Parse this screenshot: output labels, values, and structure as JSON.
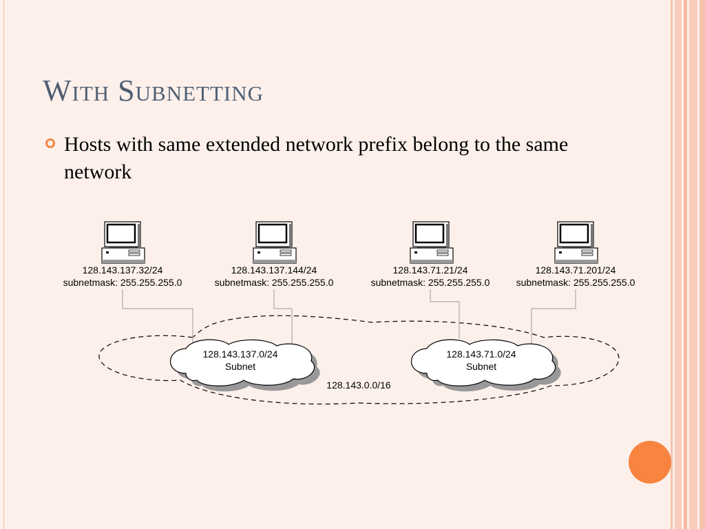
{
  "slide": {
    "title": "With Subnetting",
    "bullet": "Hosts with same extended network prefix belong to the same network"
  },
  "diagram": {
    "hosts": [
      {
        "ip": "128.143.137.32/24",
        "mask": "subnetmask: 255.255.255.0"
      },
      {
        "ip": "128.143.137.144/24",
        "mask": "subnetmask: 255.255.255.0"
      },
      {
        "ip": "128.143.71.21/24",
        "mask": "subnetmask: 255.255.255.0"
      },
      {
        "ip": "128.143.71.201/24",
        "mask": "subnetmask: 255.255.255.0"
      }
    ],
    "subnets": [
      {
        "network": "128.143.137.0/24",
        "label": "Subnet"
      },
      {
        "network": "128.143.71.0/24",
        "label": "Subnet"
      }
    ],
    "network": "128.143.0.0/16"
  },
  "colors": {
    "title": "#4f5f73",
    "accent": "#f7853f",
    "background": "#fdf0eb"
  }
}
